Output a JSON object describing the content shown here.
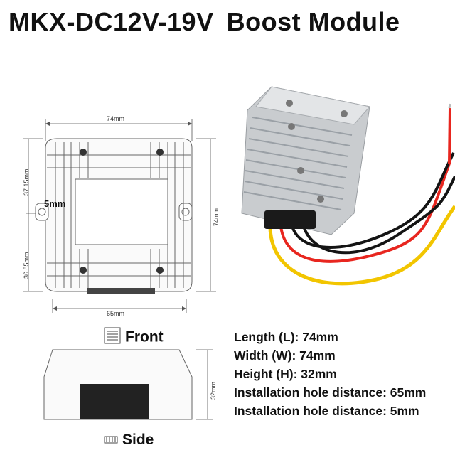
{
  "title": {
    "model": "MKX-DC12V-19V",
    "name": "Boost Module"
  },
  "front_drawing": {
    "width_label": "74mm",
    "height_label": "74mm",
    "upper_half_label": "37.15mm",
    "lower_half_label": "36.85mm",
    "hole_distance_label": "65mm",
    "hole_diameter_label": "5mm"
  },
  "side_drawing": {
    "height_label": "32mm"
  },
  "views": {
    "front_label": "Front",
    "side_label": "Side"
  },
  "specs": [
    "Length (L): 74mm",
    "Width (W): 74mm",
    "Height (H): 32mm",
    "Installation hole distance: 65mm",
    "Installation hole distance: 5mm"
  ],
  "colors": {
    "wire_red": "#e8261f",
    "wire_black": "#141414",
    "wire_yellow": "#f2c500",
    "aluminum": "#c9cccf"
  }
}
